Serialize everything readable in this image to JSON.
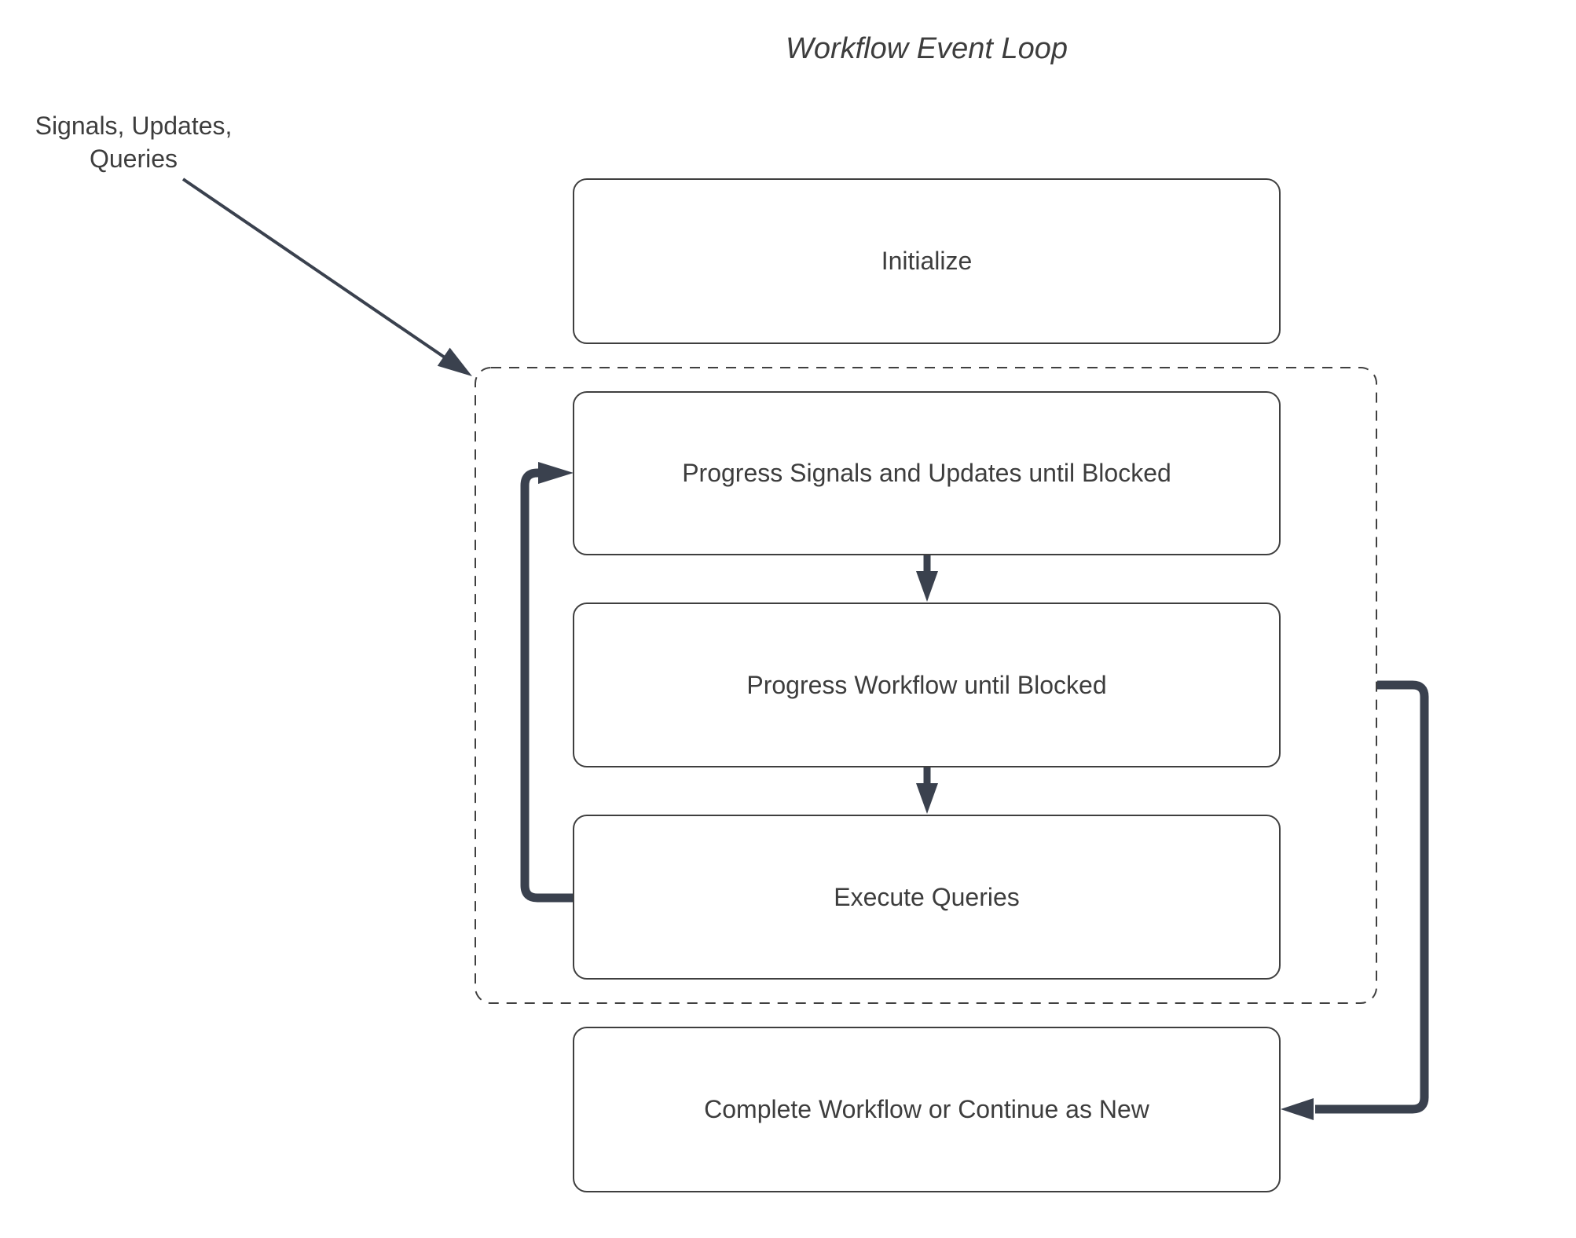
{
  "title": "Workflow Event Loop",
  "annotation": {
    "text": "Signals, Updates,\nQueries"
  },
  "nodes": {
    "initialize": {
      "label": "Initialize"
    },
    "progress_signals": {
      "label": "Progress Signals and Updates until Blocked"
    },
    "progress_workflow": {
      "label": "Progress Workflow until Blocked"
    },
    "execute_queries": {
      "label": "Execute Queries"
    },
    "complete": {
      "label": "Complete Workflow or Continue as New"
    }
  },
  "colors": {
    "connector": "#3a414e",
    "node_border": "#3f3f3f",
    "dashed_border": "#404040",
    "text": "#3d3d3d",
    "background": "#ffffff"
  }
}
